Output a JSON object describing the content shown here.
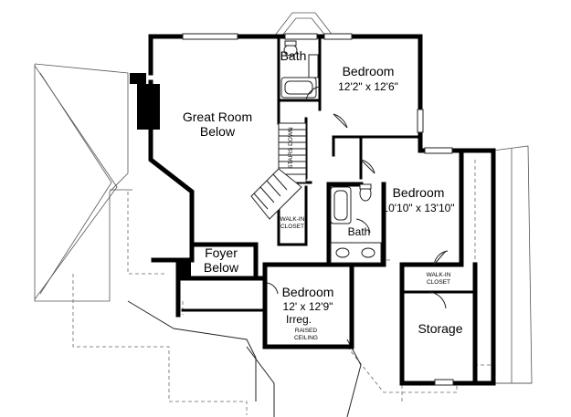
{
  "rooms": {
    "bath_upper": {
      "name": "Bath"
    },
    "bedroom_1": {
      "name": "Bedroom",
      "size": "12'2\" x 12'6\""
    },
    "great_room": {
      "line1": "Great Room",
      "line2": "Below"
    },
    "stairs": {
      "label": "STAIRS DOWN"
    },
    "bedroom_2": {
      "name": "Bedroom",
      "size": "10'10\" x 13'10\""
    },
    "walkin_1": {
      "line1": "WALK-IN",
      "line2": "CLOSET"
    },
    "bath_lower": {
      "name": "Bath"
    },
    "foyer": {
      "line1": "Foyer",
      "line2": "Below"
    },
    "bedroom_3": {
      "name": "Bedroom",
      "size": "12' x 12'9\"",
      "note": "Irreg."
    },
    "raised_ceiling": {
      "line1": "RAISED",
      "line2": "CEILING"
    },
    "walkin_2": {
      "line1": "WALK-IN",
      "line2": "CLOSET"
    },
    "storage": {
      "name": "Storage"
    }
  }
}
